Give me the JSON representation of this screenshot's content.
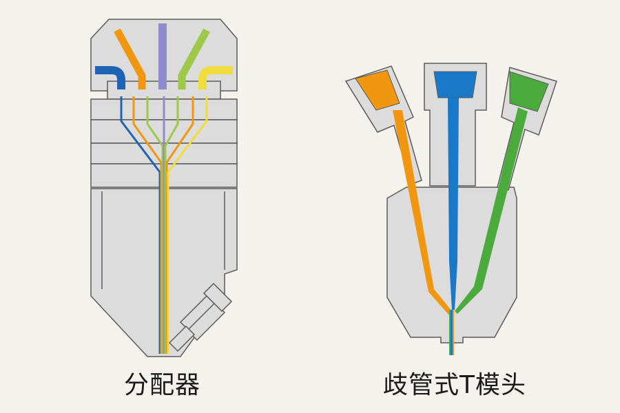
{
  "captions": {
    "left": "分配器",
    "right": "歧管式T模头"
  },
  "colors": {
    "background": "#f3f2ed",
    "body_fill": "#dcdcdc",
    "outline": "#5a5a5a",
    "orange": "#f0960f",
    "purple": "#8c8cc8",
    "green_light": "#9dc84a",
    "yellow": "#f0dc3c",
    "blue": "#1f64b4",
    "blue_bright": "#1a78c8",
    "green": "#4aaa3c"
  },
  "diagrams": {
    "left": {
      "name": "distributor",
      "channels": [
        "blue",
        "orange",
        "purple",
        "green_light",
        "yellow"
      ]
    },
    "right": {
      "name": "manifold-t-die",
      "channels": [
        "orange",
        "blue_bright",
        "green"
      ]
    }
  }
}
